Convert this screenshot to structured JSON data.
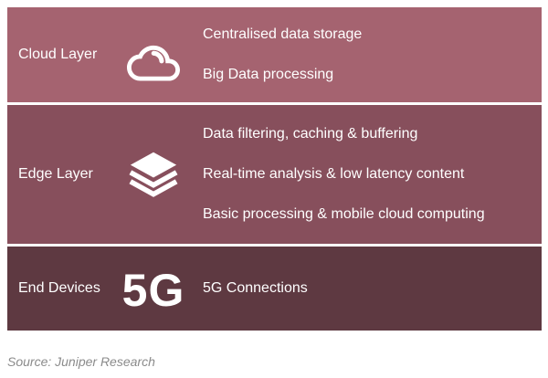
{
  "colors": {
    "cloud_layer_bg": "#a56370",
    "edge_layer_bg": "#874f5c",
    "end_devices_bg": "#5e3941",
    "layer_text": "#ffffff",
    "source_text": "#8b8b8b",
    "page_bg": "#ffffff"
  },
  "layers": [
    {
      "label": "Cloud Layer",
      "icon": "cloud-icon",
      "items": [
        "Centralised data storage",
        "Big Data processing"
      ]
    },
    {
      "label": "Edge Layer",
      "icon": "layers-icon",
      "items": [
        "Data filtering, caching & buffering",
        "Real-time analysis & low latency content",
        "Basic processing & mobile cloud computing"
      ]
    },
    {
      "label": "End Devices",
      "icon": "5g-icon",
      "icon_text": "5G",
      "items": [
        "5G Connections"
      ]
    }
  ],
  "source": "Source: Juniper Research"
}
